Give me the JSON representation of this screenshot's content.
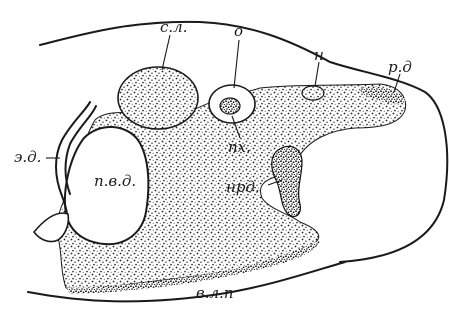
{
  "labels": {
    "sl": "с.л.",
    "o": "о",
    "n": "н",
    "rd": "р.д",
    "ed": "э.д.",
    "pvd": "п.в.д.",
    "px": "пх.",
    "nrd": "нрд.",
    "vlp": "в.л.п"
  }
}
